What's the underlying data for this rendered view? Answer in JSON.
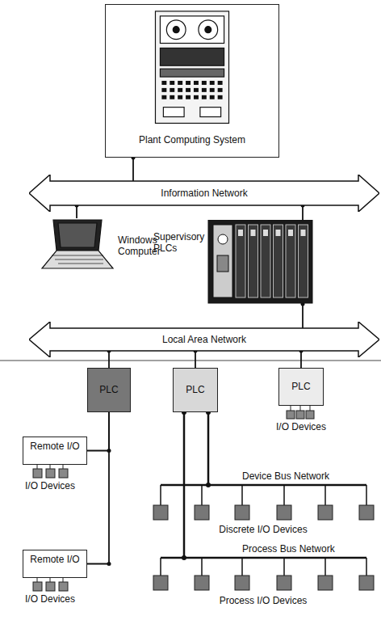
{
  "diagram": {
    "nodes": [
      {
        "text": [
          "Plant Computing System"
        ]
      },
      {
        "text": [
          "Information Network"
        ]
      },
      {
        "text": [
          "Windows Computer"
        ]
      },
      {
        "text": [
          "Supervisory PLCs"
        ]
      },
      {
        "text": [
          "Local Area Network"
        ]
      },
      {
        "text": [
          "PLC"
        ]
      },
      {
        "text": [
          "PLC"
        ]
      },
      {
        "text": [
          "PLC"
        ]
      },
      {
        "text": [
          "Remote I/O"
        ]
      },
      {
        "text": [
          "Remote I/O"
        ]
      }
    ],
    "edges": [
      {
        "from": 0,
        "to": 1,
        "arrow": "none"
      },
      {
        "from": 1,
        "to": 2,
        "arrow": "none"
      },
      {
        "from": 1,
        "to": 3,
        "arrow": "none"
      },
      {
        "from": 3,
        "to": 4,
        "arrow": "none"
      },
      {
        "from": 4,
        "to": 5,
        "arrow": "none"
      },
      {
        "from": 4,
        "to": 6,
        "arrow": "none"
      },
      {
        "from": 4,
        "to": 7,
        "arrow": "none"
      },
      {
        "from": 5,
        "to": 8,
        "arrow": "none"
      },
      {
        "from": 5,
        "to": 9,
        "arrow": "none"
      }
    ],
    "labels": [
      "I/O Devices",
      "Device Bus Network",
      "I/O Devices",
      "Discrete I/O Devices",
      "Process Bus Network",
      "I/O Devices",
      "Process I/O Devices"
    ]
  }
}
